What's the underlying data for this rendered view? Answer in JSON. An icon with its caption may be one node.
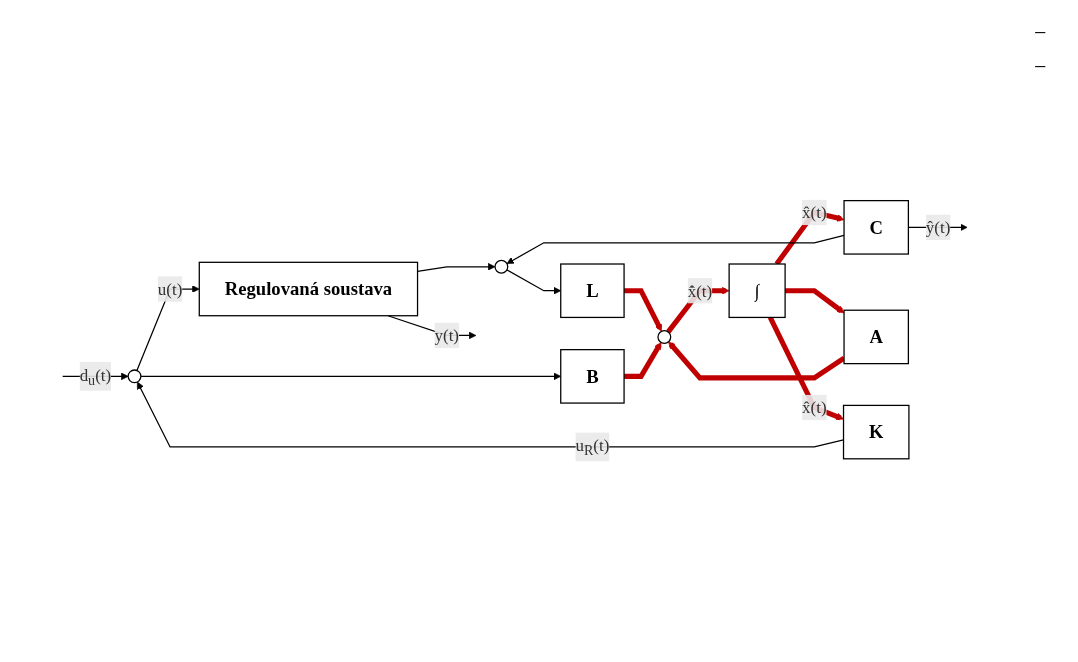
{
  "diagram": {
    "nodes": [
      {
        "text": [],
        "shape": "circle"
      },
      {
        "text": [
          "Regulovaná soustava"
        ]
      },
      {
        "text": [],
        "shape": "circle"
      },
      {
        "text": [
          "L"
        ]
      },
      {
        "text": [
          "B"
        ]
      },
      {
        "text": [],
        "shape": "circle"
      },
      {
        "text": [
          "∫"
        ]
      },
      {
        "text": [
          "C"
        ]
      },
      {
        "text": [
          "A"
        ]
      },
      {
        "text": [
          "K"
        ]
      }
    ],
    "edges": [
      {
        "from": null,
        "to": 0,
        "arrow": "to",
        "label": "d$_{u}$(t)"
      },
      {
        "from": 0,
        "to": 1,
        "arrow": "to",
        "label": "u(t)"
      },
      {
        "from": 1,
        "to": null,
        "arrow": "to",
        "label": "y(t)"
      },
      {
        "from": 1,
        "to": 2,
        "arrow": "to"
      },
      {
        "from": 2,
        "to": 3,
        "arrow": "to"
      },
      {
        "from": 3,
        "to": 5,
        "arrow": "to",
        "style": "thick",
        "color": "#c00000"
      },
      {
        "from": 0,
        "to": 4,
        "arrow": "to"
      },
      {
        "from": 4,
        "to": 5,
        "arrow": "to",
        "style": "thick",
        "color": "#c00000"
      },
      {
        "from": 5,
        "to": 6,
        "arrow": "to",
        "label": "x̂̇(t)",
        "style": "thick",
        "color": "#c00000"
      },
      {
        "from": 6,
        "to": 7,
        "arrow": "to",
        "label": "x̂(t)",
        "style": "thick",
        "color": "#c00000"
      },
      {
        "from": 6,
        "to": 8,
        "arrow": "to",
        "style": "thick",
        "color": "#c00000"
      },
      {
        "from": 6,
        "to": 9,
        "arrow": "to",
        "label": "x̂(t)",
        "style": "thick",
        "color": "#c00000"
      },
      {
        "from": 7,
        "to": null,
        "arrow": "to",
        "label": "ŷ(t)"
      },
      {
        "from": 7,
        "to": 2,
        "arrow": "to"
      },
      {
        "from": 8,
        "to": 5,
        "arrow": "to",
        "style": "thick",
        "color": "#c00000"
      },
      {
        "from": 9,
        "to": 0,
        "arrow": "to",
        "label": "u$_{R}$(t)"
      }
    ],
    "labels": [
      "−",
      "−"
    ]
  }
}
